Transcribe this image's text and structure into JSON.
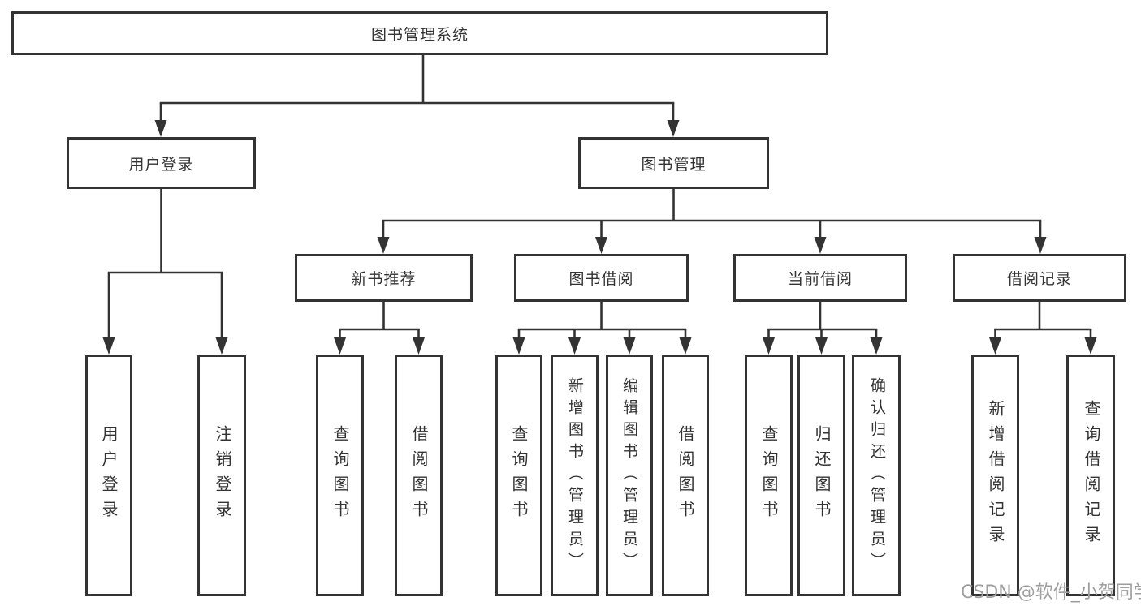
{
  "diagram": {
    "title": "图书管理系统",
    "level2": {
      "login": "用户登录",
      "management": "图书管理"
    },
    "level3": {
      "new_book_recommend": "新书推荐",
      "book_borrow": "图书借阅",
      "current_borrow": "当前借阅",
      "borrow_record": "借阅记录"
    },
    "leaves": {
      "login_user_login": "用户登录",
      "login_logout": "注销登录",
      "recommend_query_book": "查询图书",
      "recommend_borrow_book": "借阅图书",
      "borrow_query_book": "查询图书",
      "borrow_add_book": "新增图书（管理员）",
      "borrow_edit_book": "编辑图书（管理员）",
      "borrow_borrow_book": "借阅图书",
      "current_query_book": "查询图书",
      "current_return_book": "归还图书",
      "current_confirm_return": "确认归还（管理员）",
      "record_add_record": "新增借阅记录",
      "record_query_record": "查询借阅记录"
    }
  },
  "watermark": {
    "text": "CSDN @软件_小贺同学",
    "color": "#9e9e9e"
  },
  "colors": {
    "line": "#333333",
    "border": "#333333",
    "text": "#333333",
    "background": "#ffffff"
  }
}
